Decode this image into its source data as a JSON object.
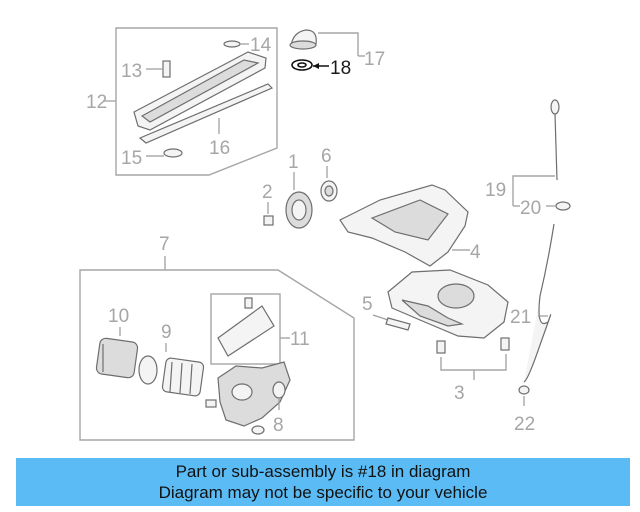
{
  "callouts": {
    "c1": "1",
    "c2": "2",
    "c3": "3",
    "c4": "4",
    "c5": "5",
    "c6": "6",
    "c7": "7",
    "c8": "8",
    "c9": "9",
    "c10": "10",
    "c11": "11",
    "c12": "12",
    "c13": "13",
    "c14": "14",
    "c15": "15",
    "c16": "16",
    "c17": "17",
    "c18": "18",
    "c19": "19",
    "c20": "20",
    "c21": "21",
    "c22": "22"
  },
  "highlighted_part": "18",
  "colors": {
    "banner": "#5bbcf5",
    "callout_gray": "#a6a6a6",
    "highlight": "#111111"
  },
  "banner": {
    "line1": "Part or sub-assembly is #18 in diagram",
    "line2": "Diagram may not be specific to your vehicle"
  }
}
